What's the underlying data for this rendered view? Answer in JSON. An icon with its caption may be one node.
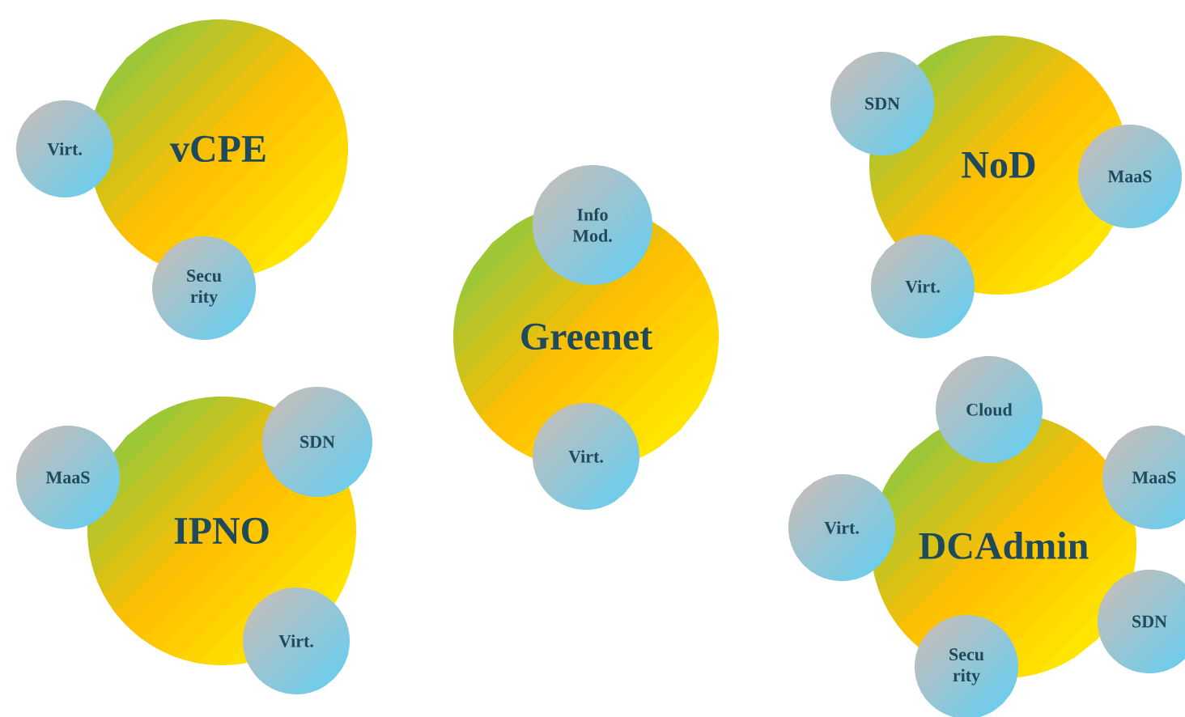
{
  "diagram": {
    "nodes": [
      {
        "text": [
          "vCPE"
        ]
      },
      {
        "text": [
          "Virt."
        ]
      },
      {
        "text": [
          "Secu rity"
        ]
      },
      {
        "text": [
          "NoD"
        ]
      },
      {
        "text": [
          "SDN"
        ]
      },
      {
        "text": [
          "MaaS"
        ]
      },
      {
        "text": [
          "Virt."
        ]
      },
      {
        "text": [
          "Greenet"
        ]
      },
      {
        "text": [
          "Info Mod."
        ]
      },
      {
        "text": [
          "Virt."
        ]
      },
      {
        "text": [
          "IPNO"
        ]
      },
      {
        "text": [
          "SDN"
        ]
      },
      {
        "text": [
          "MaaS"
        ]
      },
      {
        "text": [
          "Virt."
        ]
      },
      {
        "text": [
          "DCAdmin"
        ]
      },
      {
        "text": [
          "Cloud"
        ]
      },
      {
        "text": [
          "MaaS"
        ]
      },
      {
        "text": [
          "Virt."
        ]
      },
      {
        "text": [
          "SDN"
        ]
      },
      {
        "text": [
          "Secu rity"
        ]
      }
    ]
  }
}
